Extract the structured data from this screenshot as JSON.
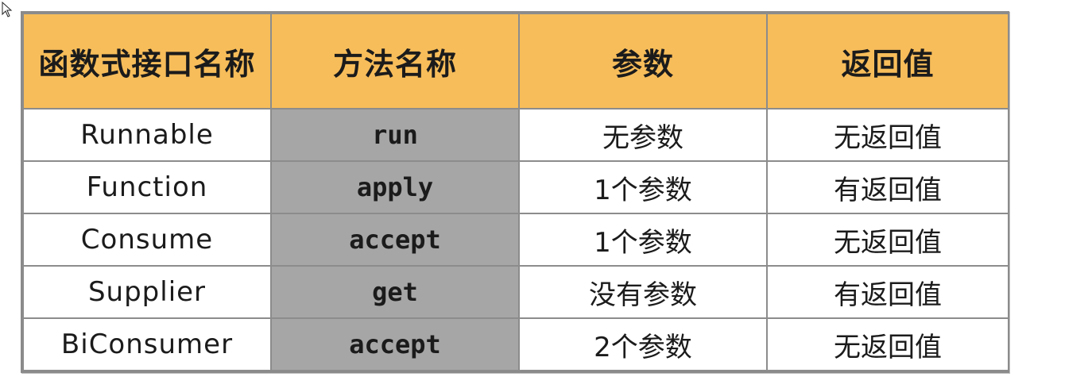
{
  "cursor_icon": "mouse-pointer-icon",
  "table": {
    "headers": [
      "函数式接口名称",
      "方法名称",
      "参数",
      "返回值"
    ],
    "rows": [
      [
        "Runnable",
        "run",
        "无参数",
        "无返回值"
      ],
      [
        "Function",
        "apply",
        "1个参数",
        "有返回值"
      ],
      [
        "Consume",
        "accept",
        "1个参数",
        "无返回值"
      ],
      [
        "Supplier",
        "get",
        "没有参数",
        "有返回值"
      ],
      [
        "BiConsumer",
        "accept",
        "2个参数",
        "无返回值"
      ]
    ]
  },
  "colors": {
    "header_bg": "#f7bd5a",
    "method_bg": "#a6a6a6",
    "border": "#8c8c8c"
  }
}
